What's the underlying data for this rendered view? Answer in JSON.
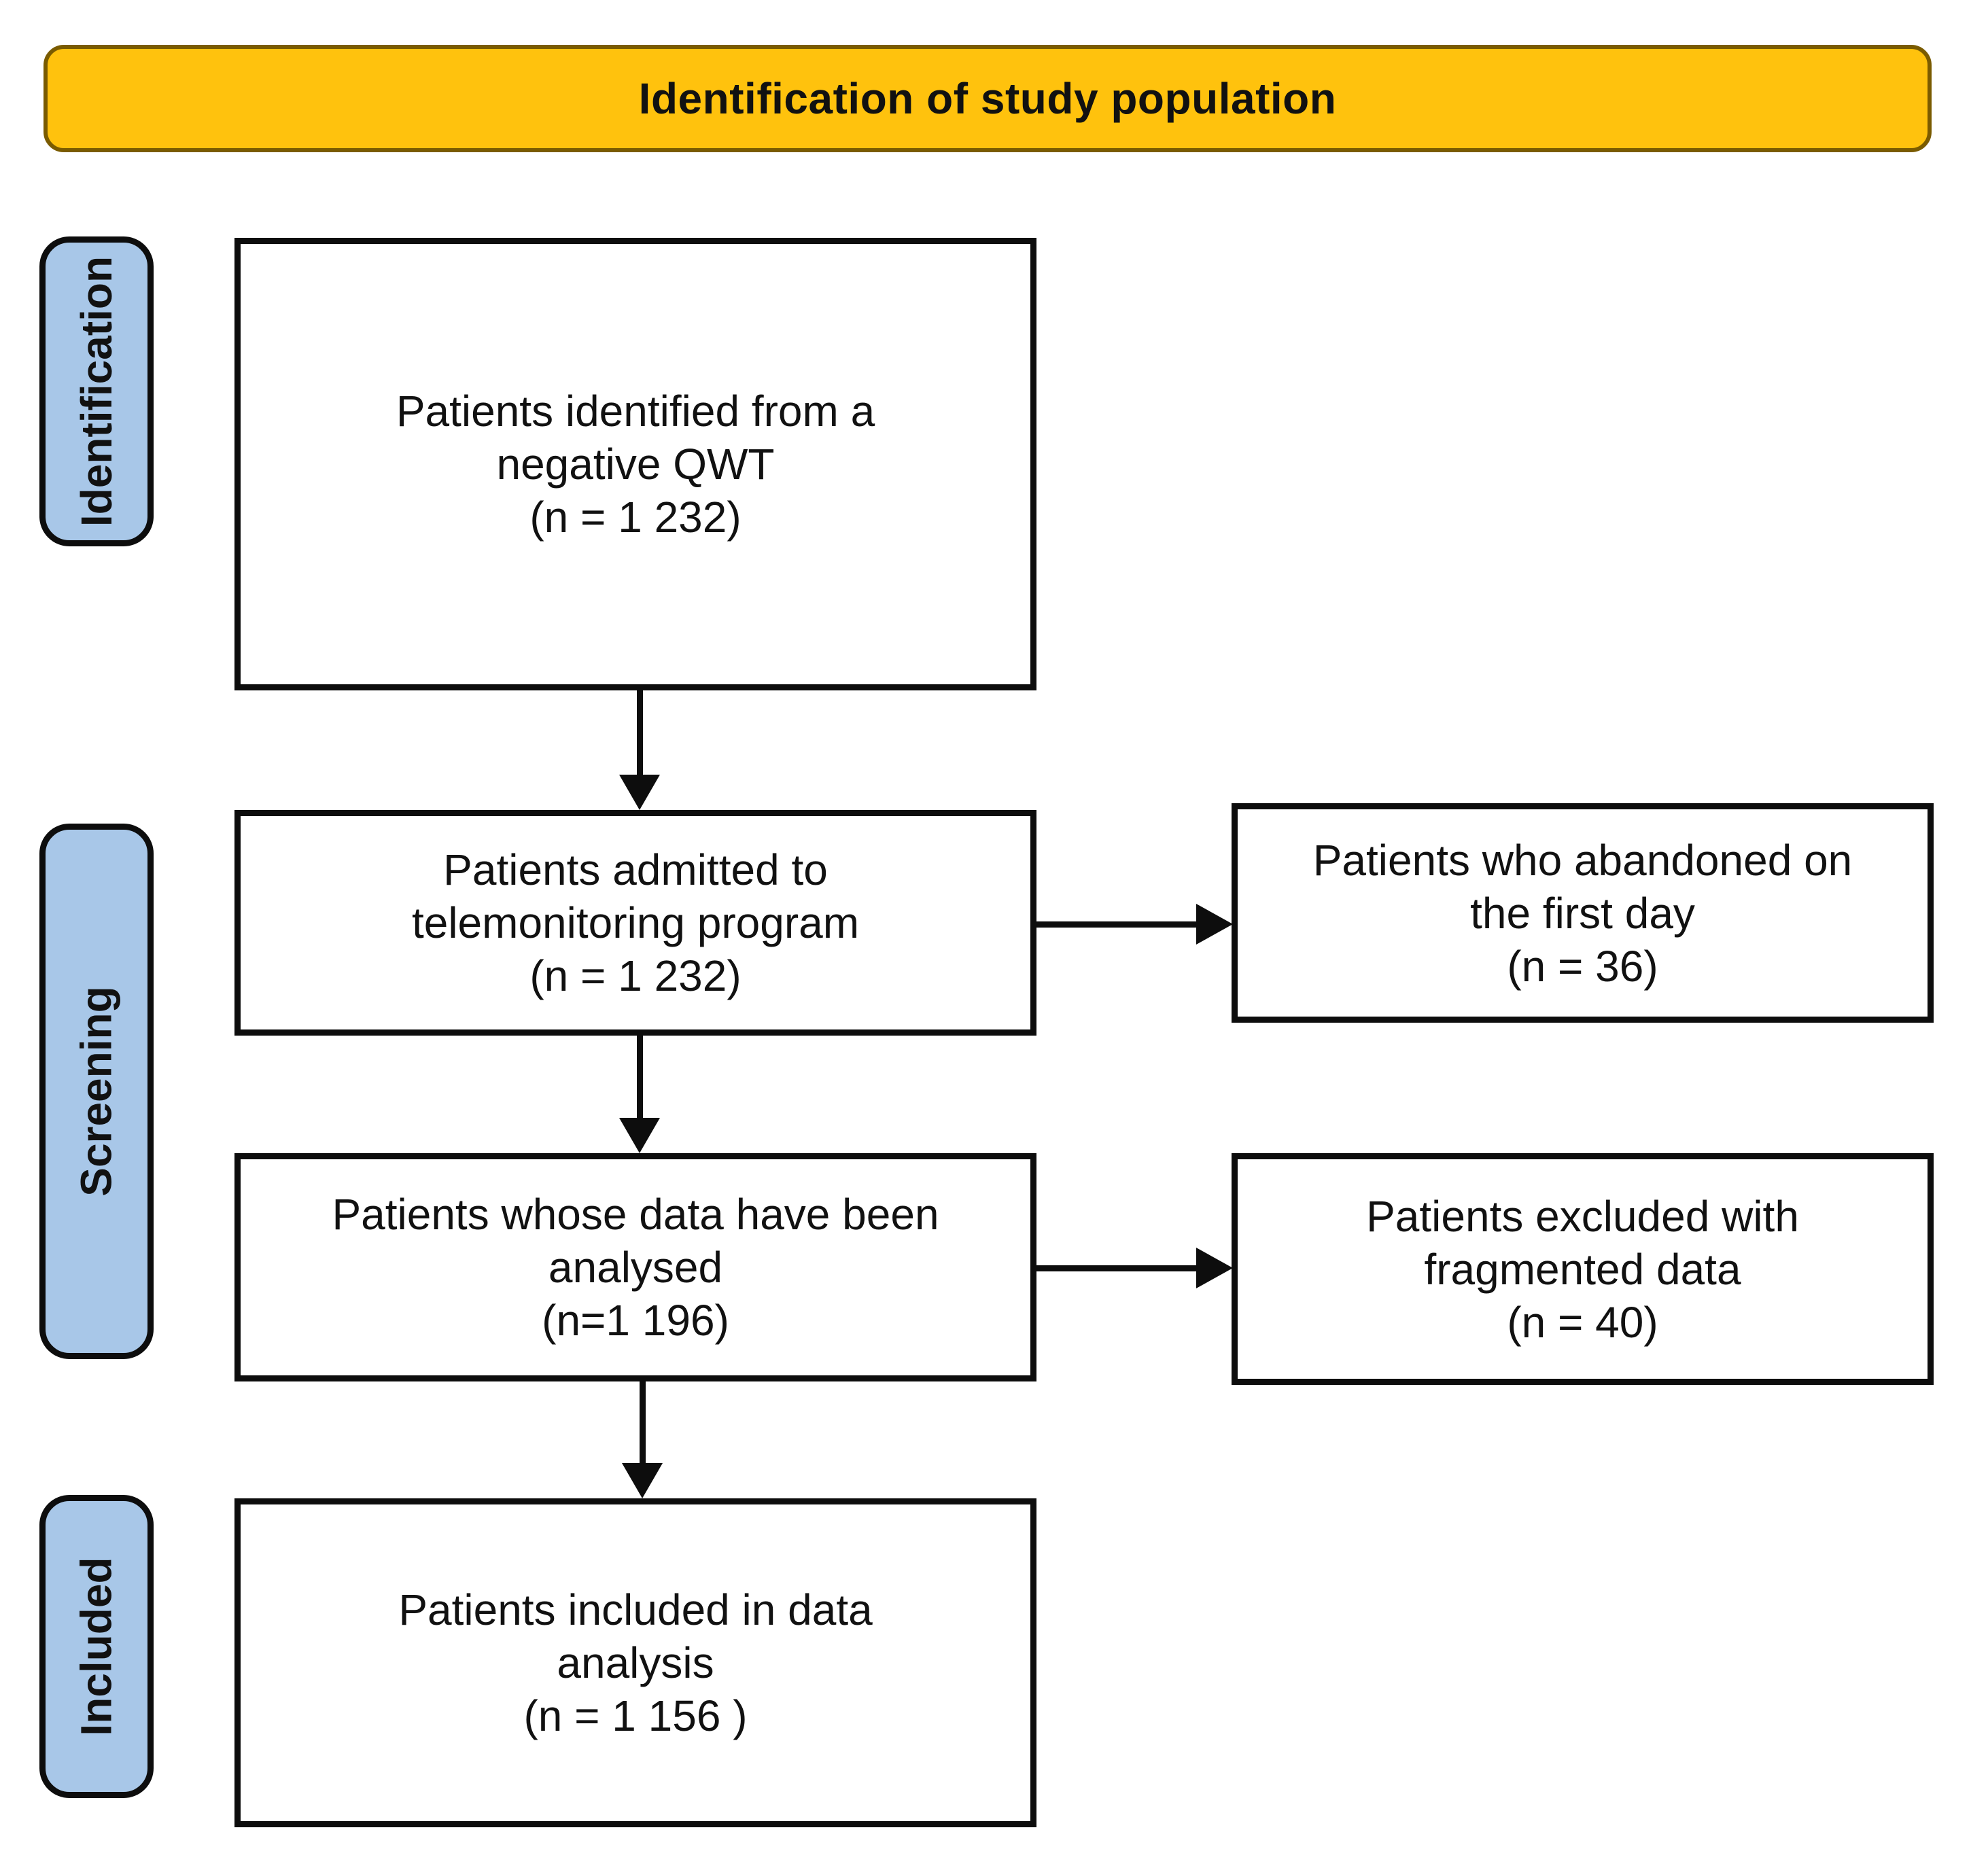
{
  "header": {
    "title": "Identification of study population"
  },
  "stages": [
    {
      "label": "Identification"
    },
    {
      "label": "Screening"
    },
    {
      "label": "Included"
    }
  ],
  "boxes": {
    "box1": {
      "lines": [
        "Patients identified from a",
        "negative QWT",
        "(n = 1 232)"
      ]
    },
    "box2": {
      "lines": [
        "Patients admitted to",
        "telemonitoring program",
        "(n = 1 232)"
      ]
    },
    "box3": {
      "lines": [
        "Patients whose data have been",
        "analysed",
        "(n=1 196)"
      ]
    },
    "box4": {
      "lines": [
        "Patients included in data",
        "analysis",
        "(n = 1 156 )"
      ]
    },
    "rbox1": {
      "lines": [
        "Patients who abandoned on",
        "the first day",
        "(n = 36)"
      ]
    },
    "rbox2": {
      "lines": [
        "Patients excluded with",
        "fragmented data",
        "(n = 40)"
      ]
    }
  },
  "colors": {
    "header_bg": "#FFC20D",
    "header_border": "#7A5B00",
    "stage_bg": "#A8C7E8",
    "text_color": "#111111"
  }
}
